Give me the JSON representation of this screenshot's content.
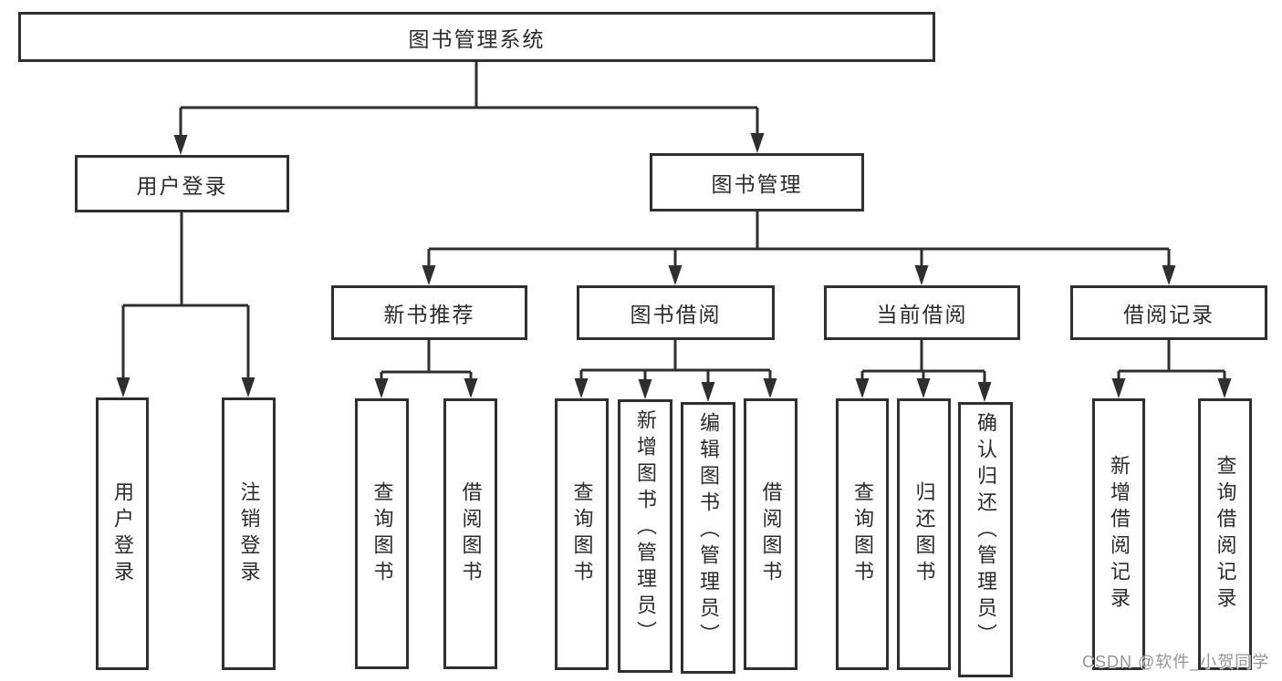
{
  "diagram": {
    "root": {
      "label": "图书管理系统",
      "children": [
        {
          "label": "用户登录",
          "children": [
            {
              "label": "用户登录"
            },
            {
              "label": "注销登录"
            }
          ]
        },
        {
          "label": "图书管理",
          "children": [
            {
              "label": "新书推荐",
              "children": [
                {
                  "label": "查询图书"
                },
                {
                  "label": "借阅图书"
                }
              ]
            },
            {
              "label": "图书借阅",
              "children": [
                {
                  "label": "查询图书"
                },
                {
                  "label": "新增图书（管理员）"
                },
                {
                  "label": "编辑图书（管理员）"
                },
                {
                  "label": "借阅图书"
                }
              ]
            },
            {
              "label": "当前借阅",
              "children": [
                {
                  "label": "查询图书"
                },
                {
                  "label": "归还图书"
                },
                {
                  "label": "确认归还（管理员）"
                }
              ]
            },
            {
              "label": "借阅记录",
              "children": [
                {
                  "label": "新增借阅记录"
                },
                {
                  "label": "查询借阅记录"
                }
              ]
            }
          ]
        }
      ]
    }
  },
  "watermark": "CSDN @软件_小贺同学",
  "colors": {
    "line": "#2f2f2f",
    "text": "#2b2b2b",
    "box_background": "#ffffff",
    "watermark": "#8c8c8c",
    "page_background": "#ffffff"
  }
}
